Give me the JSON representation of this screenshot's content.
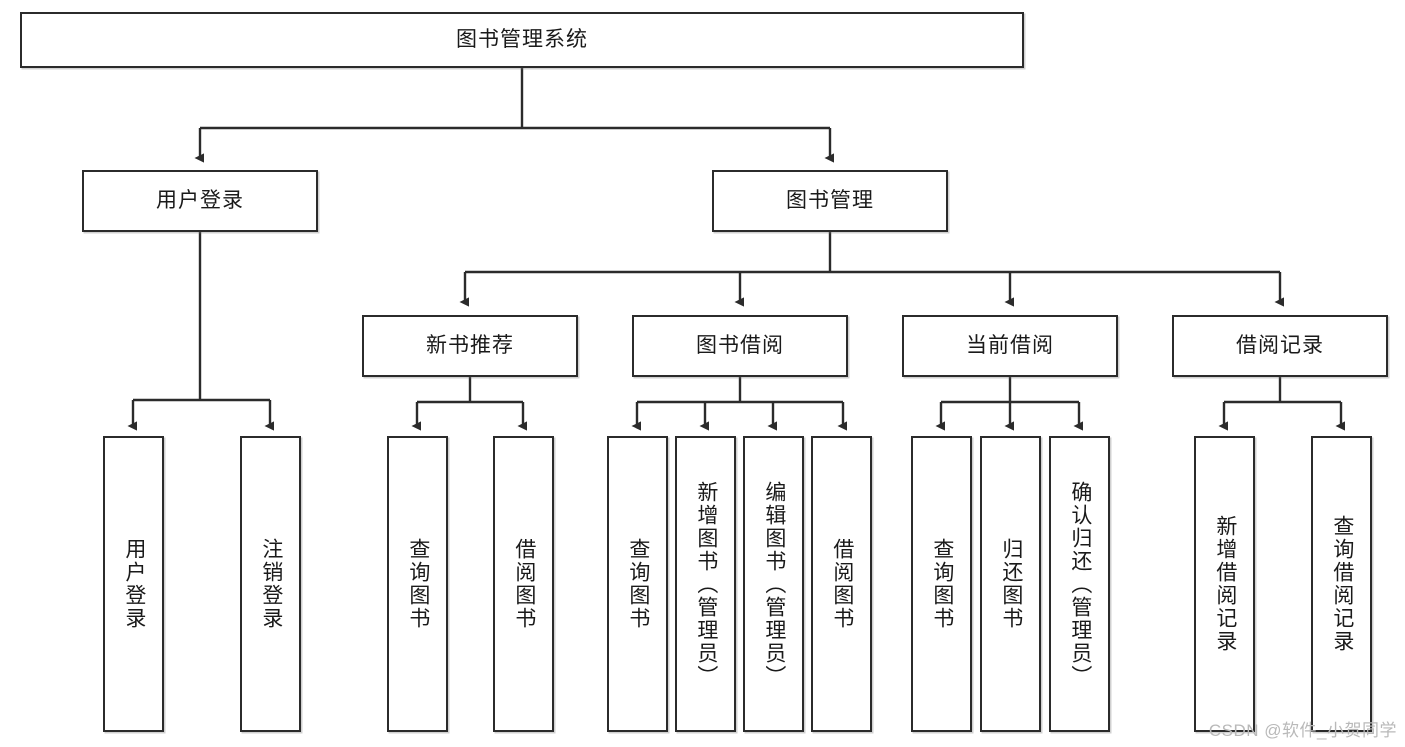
{
  "diagram": {
    "type": "tree",
    "title": "图书管理系统",
    "stroke_color": "#2b2b2b",
    "fill_color": "#ffffff",
    "text_color": "#1a1a1a",
    "nodes": {
      "root": "图书管理系统",
      "level2": [
        "用户登录",
        "图书管理"
      ],
      "level3": [
        "新书推荐",
        "图书借阅",
        "当前借阅",
        "借阅记录"
      ],
      "leaves": {
        "user_login": [
          "用户登录",
          "注销登录"
        ],
        "new_book": [
          "查询图书",
          "借阅图书"
        ],
        "book_borrow": [
          "查询图书",
          "新增图书（管理员）",
          "编辑图书（管理员）",
          "借阅图书"
        ],
        "current_borrow": [
          "查询图书",
          "归还图书",
          "确认归还（管理员）"
        ],
        "borrow_record": [
          "新增借阅记录",
          "查询借阅记录"
        ]
      }
    }
  },
  "watermark": "CSDN @软件_小贺同学"
}
